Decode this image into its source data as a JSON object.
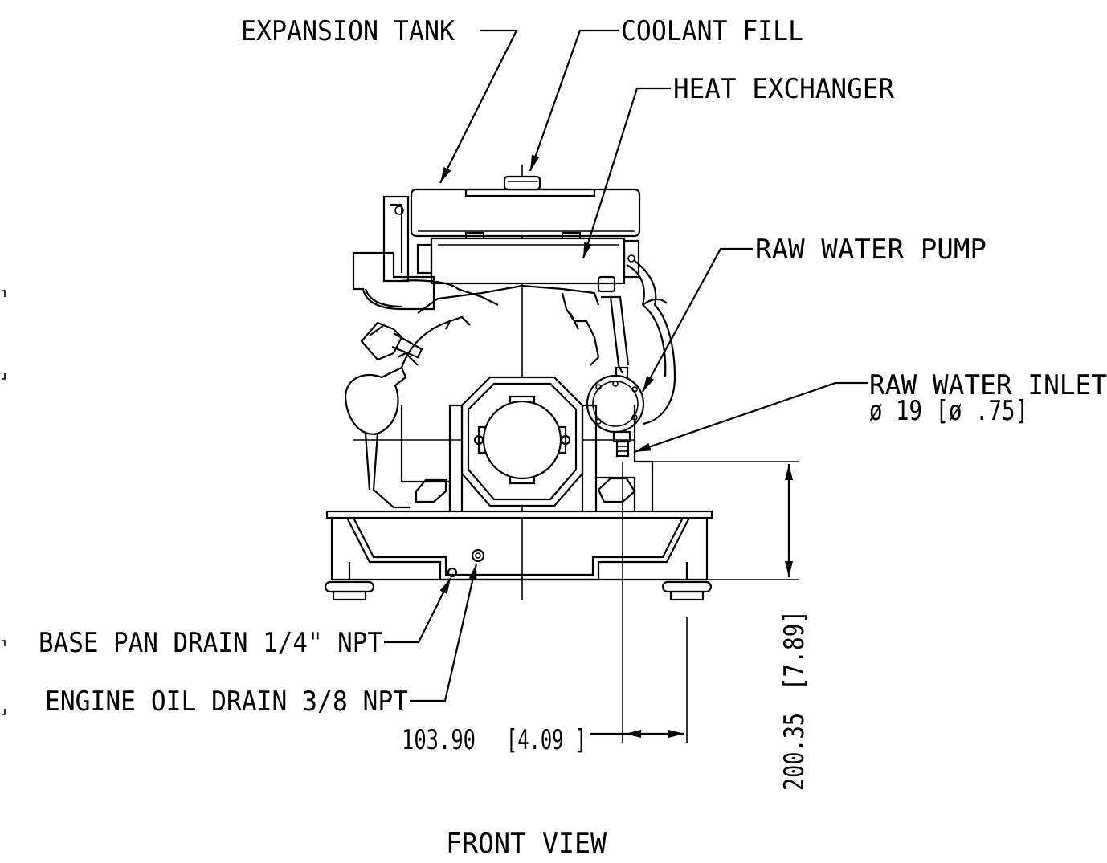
{
  "labels": {
    "expansion_tank": "EXPANSION TANK",
    "coolant_fill": "COOLANT FILL",
    "heat_exchanger": "HEAT EXCHANGER",
    "raw_water_pump": "RAW WATER PUMP",
    "raw_water_inlet": "RAW WATER INLET",
    "raw_water_inlet_size": "ø 19 [ø .75]",
    "base_pan_drain": "BASE PAN DRAIN 1/4\" NPT",
    "engine_oil_drain": "ENGINE OIL DRAIN 3/8 NPT"
  },
  "dimensions": {
    "horizontal_mm": "103.90",
    "horizontal_in": "[4.09 ]",
    "vertical_mm": "200.35",
    "vertical_in": "[7.89]"
  },
  "view_title": "FRONT VIEW",
  "icons": {
    "arrow": "arrow-icon"
  }
}
